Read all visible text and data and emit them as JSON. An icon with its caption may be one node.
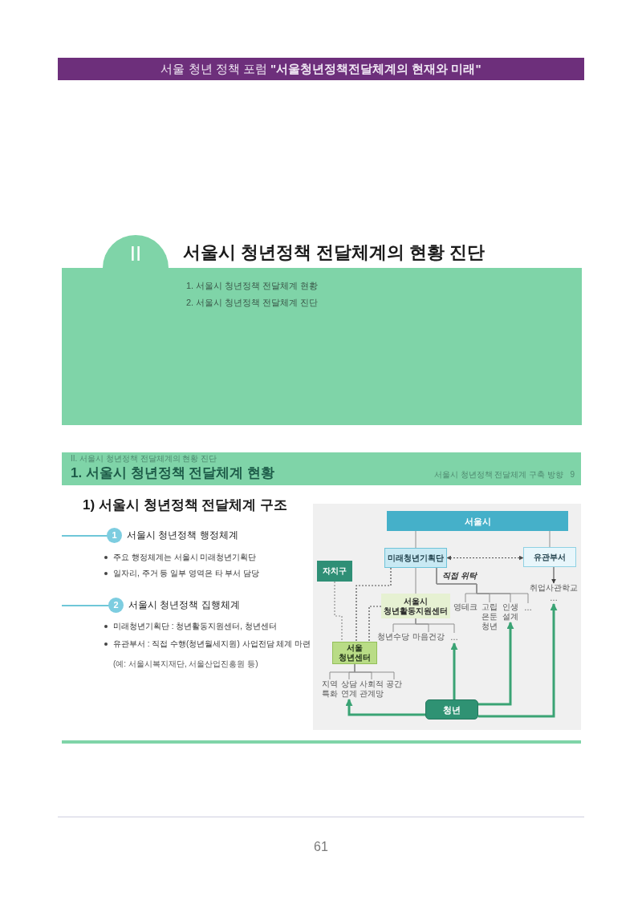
{
  "diagram": {
    "nodes": [
      {
        "text": [
          "서울 청년 정책 포럼 **\"서울청년정책전달체계의 현재와 미래\"**"
        ]
      },
      {
        "text": [
          "II"
        ]
      },
      {
        "text": [
          "서울시 청년정책 전달체계의 현황 진단",
          "1. 서울시 청년정책 전달체계 현황",
          "2. 서울시 청년정책 전달체계 진단"
        ]
      },
      {
        "text": [
          "II. 서울시 청년정책 전달체계의 현황 진단",
          "1. 서울시 청년정책 전달체계 현황",
          "서울시 청년정책 전달체계 구축 방향",
          "9"
        ]
      },
      {
        "text": [
          "1"
        ],
        "beside": [
          "서울시 청년정책 행정체계"
        ]
      },
      {
        "text": [
          "2"
        ],
        "beside": [
          "서울시 청년정책 집행체계"
        ]
      },
      {
        "text": [
          "서울시"
        ]
      },
      {
        "text": [
          "미래청년기획단"
        ]
      },
      {
        "text": [
          "유관부서"
        ]
      },
      {
        "text": [
          "자치구"
        ]
      },
      {
        "text": [
          "서울시 청년활동지원센터"
        ]
      },
      {
        "text": [
          "서울 청년센터"
        ]
      },
      {
        "text": [
          "청년"
        ]
      },
      {
        "text": [
          "영테크"
        ]
      },
      {
        "text": [
          "고립 은둔 청년"
        ]
      },
      {
        "text": [
          "인생 설계"
        ]
      },
      {
        "text": [
          "…"
        ]
      },
      {
        "text": [
          "취업사관학교"
        ]
      },
      {
        "text": [
          "…"
        ]
      },
      {
        "text": [
          "청년수당"
        ]
      },
      {
        "text": [
          "마음건강"
        ]
      },
      {
        "text": [
          "…"
        ]
      },
      {
        "text": [
          "지역 특화"
        ]
      },
      {
        "text": [
          "상담 연계"
        ]
      },
      {
        "text": [
          "사회적 관계망"
        ]
      },
      {
        "text": [
          "공간"
        ]
      }
    ],
    "edges": [
      {
        "from": 6,
        "to": 7,
        "arrow": "none"
      },
      {
        "from": 6,
        "to": 8,
        "arrow": "none"
      },
      {
        "from": 7,
        "to": 8,
        "arrow": "both",
        "style": "dashed",
        "color": "#4d4d4d"
      },
      {
        "from": 7,
        "to": 10,
        "arrow": "none"
      },
      {
        "from": 7,
        "to": 13,
        "arrow": "none",
        "label": "직접 위탁"
      },
      {
        "from": 7,
        "to": 14,
        "arrow": "none"
      },
      {
        "from": 7,
        "to": 15,
        "arrow": "none"
      },
      {
        "from": 7,
        "to": 16,
        "arrow": "none"
      },
      {
        "from": 8,
        "to": 17,
        "arrow": "to",
        "color": "#3d3d3d"
      },
      {
        "from": 10,
        "to": 19,
        "arrow": "none"
      },
      {
        "from": 10,
        "to": 20,
        "arrow": "none"
      },
      {
        "from": 10,
        "to": 21,
        "arrow": "none"
      },
      {
        "from": 9,
        "to": 11,
        "arrow": "none",
        "style": "dashed"
      },
      {
        "from": 7,
        "to": 11,
        "arrow": "none",
        "style": "dashed",
        "color": "#4d4d4d"
      },
      {
        "from": 10,
        "to": 11,
        "arrow": "none",
        "style": "dashed",
        "color": "#4d4d4d"
      },
      {
        "from": 11,
        "to": 22,
        "arrow": "none"
      },
      {
        "from": 11,
        "to": 23,
        "arrow": "none"
      },
      {
        "from": 11,
        "to": 24,
        "arrow": "none"
      },
      {
        "from": 11,
        "to": 25,
        "arrow": "none"
      },
      {
        "from": 12,
        "to": 23,
        "arrow": "to",
        "style": "thick",
        "color": "#3aa374"
      },
      {
        "from": 12,
        "to": 21,
        "arrow": "to",
        "style": "thick",
        "color": "#3aa374"
      },
      {
        "from": 12,
        "to": 15,
        "arrow": "to",
        "style": "thick",
        "color": "#3aa374"
      },
      {
        "from": 12,
        "to": 18,
        "arrow": "to",
        "style": "thick",
        "color": "#3aa374"
      }
    ],
    "labels": [
      "1) 서울시 청년정책 전달체계 구조",
      "주요 행정체계는 서울시 미래청년기획단",
      "일자리, 주거 등 일부 영역은 타 부서 담당",
      "미래청년기획단 : 청년활동지원센터, 청년센터",
      "유관부서 : 직접 수행(청년월세지원) 사업전담 체계 마련",
      "(예: 서울시복지재단, 서울산업진흥원 등)",
      "61"
    ]
  }
}
